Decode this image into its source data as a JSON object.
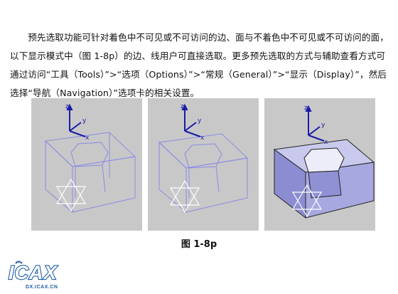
{
  "document": {
    "paragraph": "预先选取功能可针对着色中不可见或不可访问的边、面与不着色中不可见或不可访问的面，以下显示模式中（图 1-8p）的边、线用户可直接选取。更多预先选取的方式与辅助查看方式可通过访问“工具（Tools）”>“选项（Options）”>“常规（General）”>“显示（Display）”，然后选择“导航（Navigation）”选项卡的相关设置。",
    "figure_caption": "图 1-8p"
  },
  "axes": {
    "z": "z",
    "y": "y",
    "x": "x"
  },
  "logo": {
    "mark": "ICAX",
    "url": "DX.ICAX.CN"
  },
  "colors": {
    "panel_bg": "#c8c8c8",
    "axis_blue": "#1a1aa8",
    "wireframe": "#8a8ae6",
    "shaded_top": "#c9c9ee",
    "shaded_side": "#9a9ad8",
    "logo_blue": "#1f5fa8"
  }
}
